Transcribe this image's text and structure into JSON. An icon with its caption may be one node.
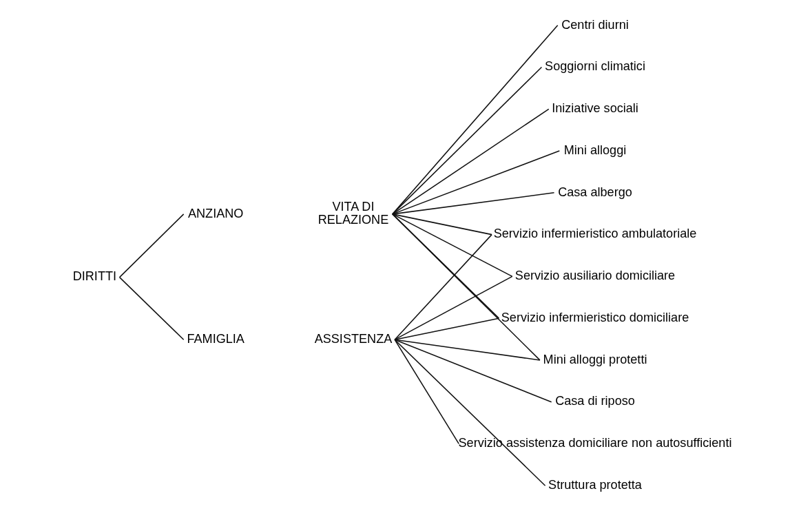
{
  "diagram": {
    "nodes": [
      {
        "text": [
          "DIRITTI"
        ]
      },
      {
        "text": [
          "ANZIANO"
        ]
      },
      {
        "text": [
          "FAMIGLIA"
        ]
      },
      {
        "text": [
          "VITA DI",
          "RELAZIONE"
        ]
      },
      {
        "text": [
          "ASSISTENZA"
        ]
      },
      {
        "text": [
          "Centri diurni"
        ]
      },
      {
        "text": [
          "Soggiorni climatici"
        ]
      },
      {
        "text": [
          "Iniziative sociali"
        ]
      },
      {
        "text": [
          "Mini alloggi"
        ]
      },
      {
        "text": [
          "Casa albergo"
        ]
      },
      {
        "text": [
          "Servizio infermieristico ambulatoriale"
        ]
      },
      {
        "text": [
          "Servizio ausiliario domiciliare"
        ]
      },
      {
        "text": [
          "Servizio infermieristico domiciliare"
        ]
      },
      {
        "text": [
          "Mini alloggi protetti"
        ]
      },
      {
        "text": [
          "Casa di riposo"
        ]
      },
      {
        "text": [
          "Servizio assistenza domiciliare non autosufficienti"
        ]
      },
      {
        "text": [
          "Struttura protetta"
        ]
      }
    ],
    "edges": [
      {
        "from": 0,
        "to": 1,
        "arrow": "none"
      },
      {
        "from": 0,
        "to": 2,
        "arrow": "none"
      },
      {
        "from": 3,
        "to": 5,
        "arrow": "none"
      },
      {
        "from": 3,
        "to": 6,
        "arrow": "none"
      },
      {
        "from": 3,
        "to": 7,
        "arrow": "none"
      },
      {
        "from": 3,
        "to": 8,
        "arrow": "none"
      },
      {
        "from": 3,
        "to": 9,
        "arrow": "none"
      },
      {
        "from": 3,
        "to": 10,
        "arrow": "none"
      },
      {
        "from": 3,
        "to": 11,
        "arrow": "none"
      },
      {
        "from": 3,
        "to": 12,
        "arrow": "none"
      },
      {
        "from": 3,
        "to": 13,
        "arrow": "none"
      },
      {
        "from": 4,
        "to": 10,
        "arrow": "none"
      },
      {
        "from": 4,
        "to": 11,
        "arrow": "none"
      },
      {
        "from": 4,
        "to": 12,
        "arrow": "none"
      },
      {
        "from": 4,
        "to": 13,
        "arrow": "none"
      },
      {
        "from": 4,
        "to": 14,
        "arrow": "none"
      },
      {
        "from": 4,
        "to": 15,
        "arrow": "none"
      },
      {
        "from": 4,
        "to": 16,
        "arrow": "none"
      }
    ]
  }
}
